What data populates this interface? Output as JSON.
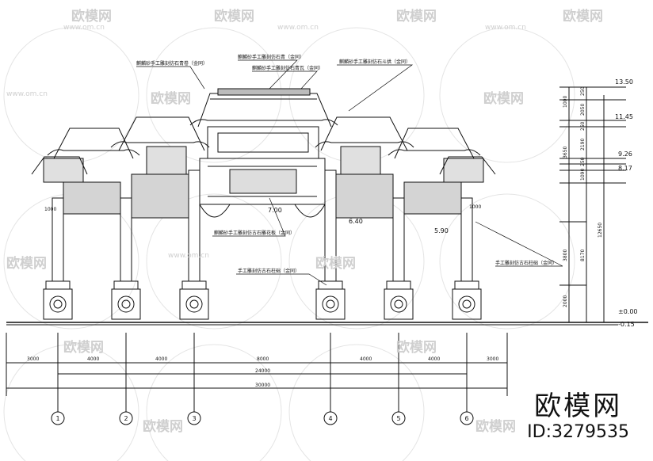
{
  "annotations": {
    "main_roof": "麒麟砂手工雕刻仿石青（金同）",
    "side_roof_left": "麒麟砂手工雕刻仿石青卷（金同）",
    "main_ridge": "麒麟砂手工雕刻仿石青瓦（金同）",
    "side_roof_right": "麒麟砂手工雕刻仿石斗拱（金同）",
    "beam": "麒麟砂手工雕刻仿古石雕花板（金同）",
    "column_left": "手工雕刻仿古石柱础（金同）",
    "column_right": "手工雕刻仿古石柱础（金同）"
  },
  "elevations": {
    "top": "13.50",
    "e2": "11.45",
    "e3": "9.26",
    "e4": "8.17",
    "ground": "±0.00",
    "base": "-0.15"
  },
  "vertical_dims": [
    "250",
    "2050",
    "1000",
    "250",
    "2190",
    "250",
    "1090",
    "3650",
    "12650",
    "3800",
    "8170",
    "2000"
  ],
  "inner_marks": {
    "center": "7.00",
    "right1": "6.40",
    "right2": "5.90",
    "left_overhang": "1000",
    "right_overhang": "1000"
  },
  "horizontal_dims": {
    "spans": [
      "3000",
      "4000",
      "4000",
      "8000",
      "4000",
      "4000",
      "3000"
    ],
    "inner_total": "24000",
    "total": "30000"
  },
  "axes": [
    "1",
    "2",
    "3",
    "4",
    "5",
    "6"
  ],
  "watermark": {
    "brand": "欧模网",
    "url": "www.om.cn",
    "logo": "欧模网",
    "id": "ID:3279535"
  }
}
